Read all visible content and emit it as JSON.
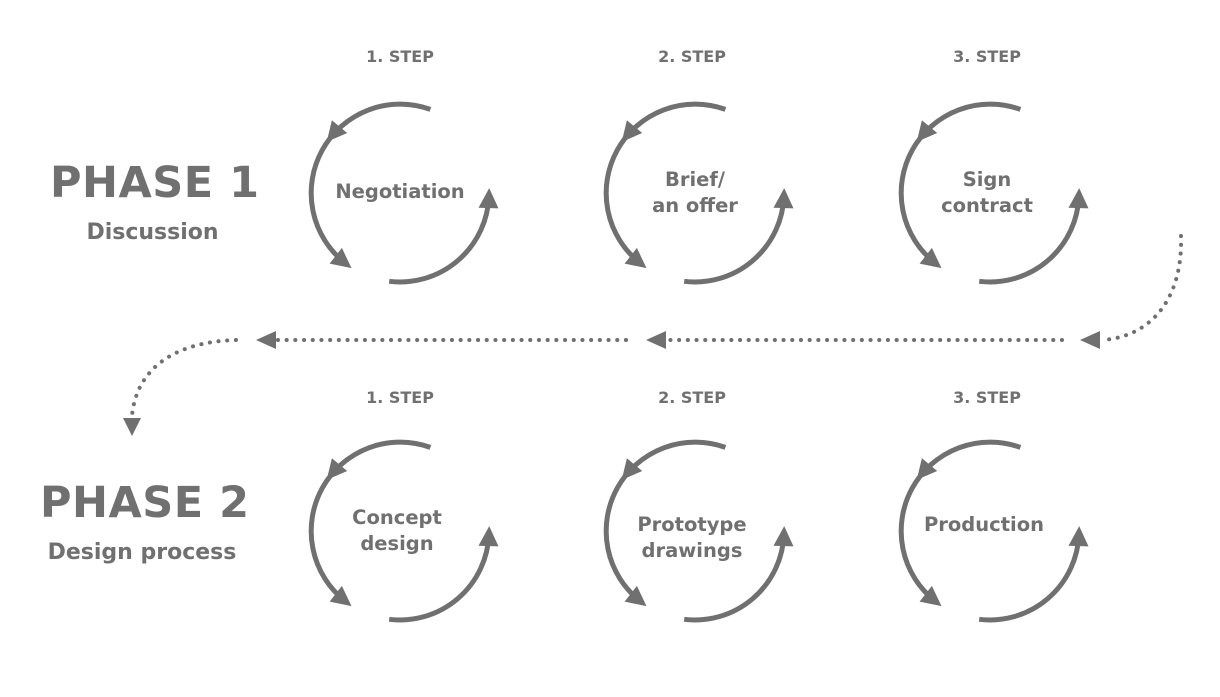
{
  "phases": [
    {
      "title": "PHASE 1",
      "subtitle": "Discussion",
      "steps": [
        {
          "label": "1. STEP",
          "lines": [
            "Negotiation"
          ]
        },
        {
          "label": "2. STEP",
          "lines": [
            "Brief/",
            "an offer"
          ]
        },
        {
          "label": "3. STEP",
          "lines": [
            "Sign",
            "contract"
          ]
        }
      ]
    },
    {
      "title": "PHASE 2",
      "subtitle": "Design process",
      "steps": [
        {
          "label": "1. STEP",
          "lines": [
            "Concept",
            "design"
          ]
        },
        {
          "label": "2. STEP",
          "lines": [
            "Prototype",
            "drawings"
          ]
        },
        {
          "label": "3. STEP",
          "lines": [
            "Production"
          ]
        }
      ]
    }
  ],
  "colors": {
    "ink": "#707070",
    "background": "#ffffff"
  },
  "icons": {
    "cycle": "circular-arrows-icon",
    "flow": "dotted-arrow-icon"
  }
}
